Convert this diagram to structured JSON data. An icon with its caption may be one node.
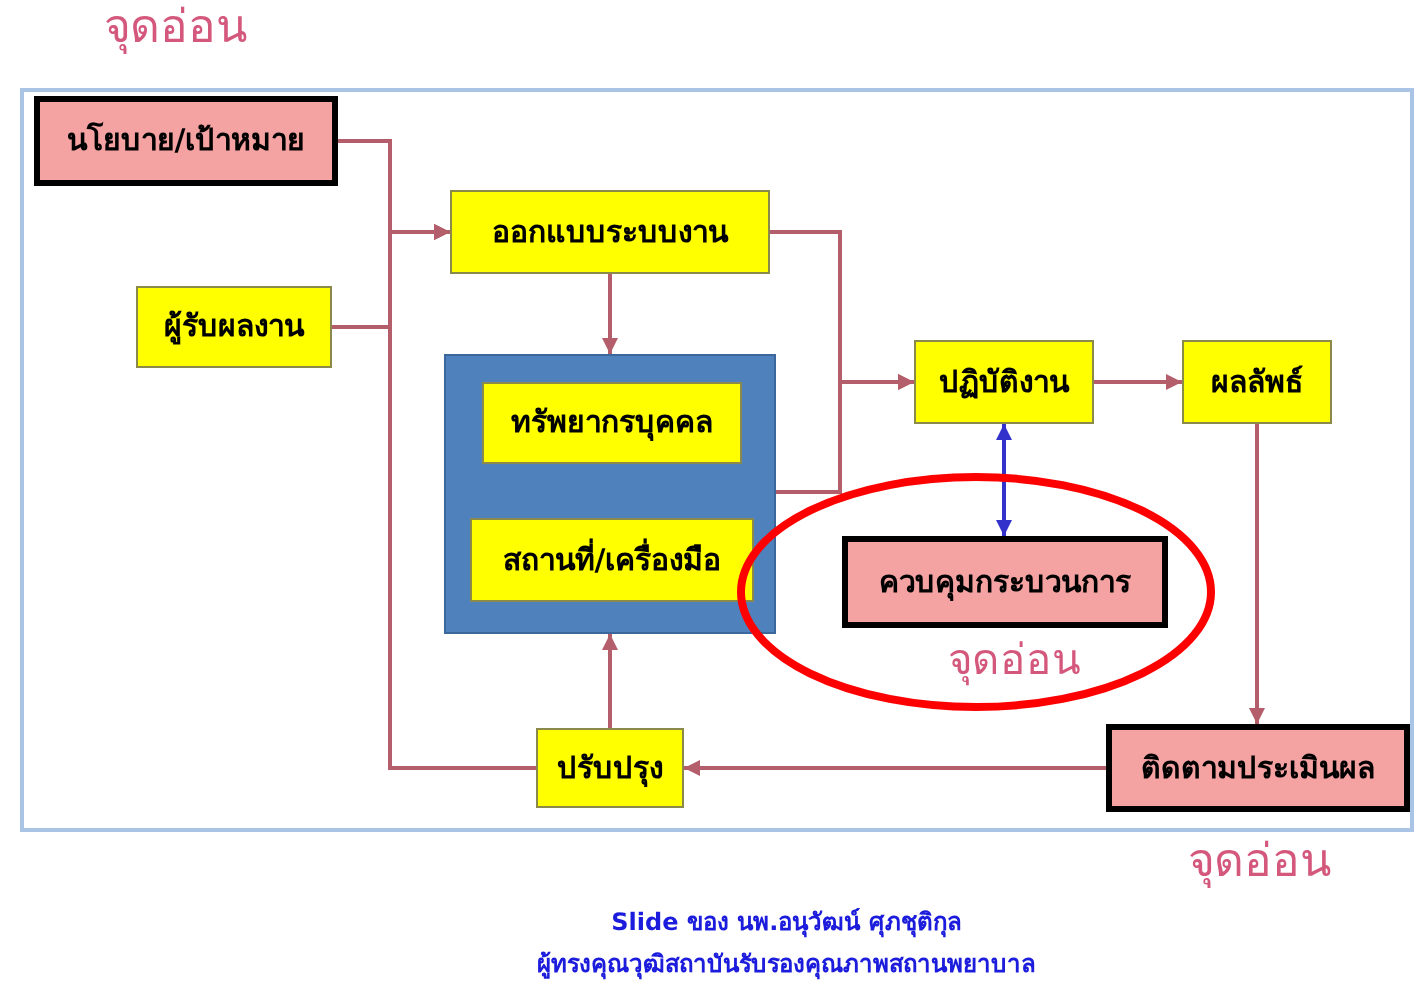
{
  "diagram": {
    "nodes": [
      {
        "text": [
          "นโยบาย/เป้าหมาย"
        ],
        "beside": [
          "จุดอ่อน"
        ]
      },
      {
        "text": [
          "ผู้รับผลงาน"
        ]
      },
      {
        "text": [
          "ออกแบบระบบงาน"
        ]
      },
      {
        "text": [],
        "shape": "box"
      },
      {
        "text": [
          "ทรัพยากรบุคคล"
        ],
        "in": 3
      },
      {
        "text": [
          "สถานที่/เครื่องมือ"
        ],
        "in": 3
      },
      {
        "text": [
          "ปฏิบัติงาน"
        ]
      },
      {
        "text": [
          "ผลลัพธ์"
        ]
      },
      {
        "text": [
          "จุดอ่อน"
        ]
      },
      {
        "text": [
          "ควบคุมกระบวนการ"
        ],
        "in": 8
      },
      {
        "text": [
          "ติดตามประเมินผล"
        ],
        "beside": [
          "จุดอ่อน"
        ]
      },
      {
        "text": [
          "ปรับปรุง"
        ]
      }
    ],
    "edges": [
      {
        "from": 0,
        "to": 2,
        "arrow": "to"
      },
      {
        "from": 1,
        "to": 2,
        "arrow": "to"
      },
      {
        "from": 11,
        "to": 2,
        "arrow": "to"
      },
      {
        "from": 2,
        "to": 3,
        "arrow": "to"
      },
      {
        "from": 2,
        "to": 6,
        "arrow": "to"
      },
      {
        "from": 3,
        "to": 6,
        "arrow": "to"
      },
      {
        "from": 6,
        "to": 7,
        "arrow": "to"
      },
      {
        "from": 6,
        "to": 9,
        "arrow": "both",
        "color": "#3333cc"
      },
      {
        "from": 7,
        "to": 10,
        "arrow": "to"
      },
      {
        "from": 10,
        "to": 11,
        "arrow": "to"
      },
      {
        "from": 11,
        "to": 3,
        "arrow": "to"
      }
    ],
    "labels": [
      "Slide ของ นพ.อนุวัฒน์ ศุภชุติกุล",
      "ผู้ทรงคุณวุฒิสถาบันรับรองคุณภาพสถานพยาบาล"
    ]
  }
}
